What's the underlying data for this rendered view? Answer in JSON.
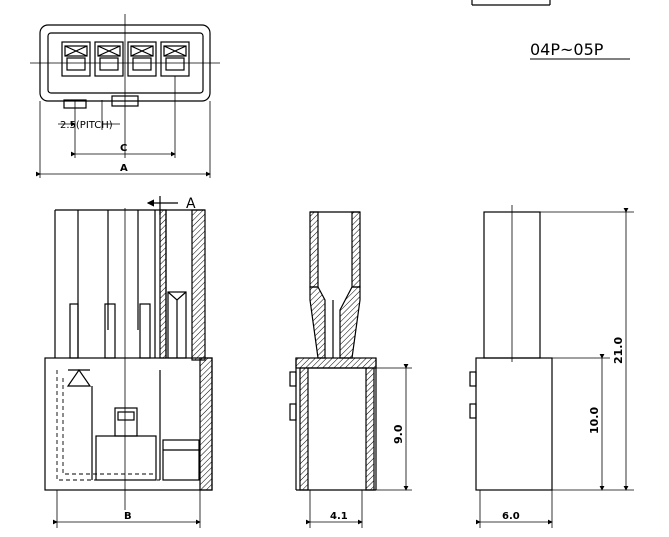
{
  "drawing": {
    "variant_label": "04P~05P",
    "section_marker": "A",
    "top_view": {
      "pitch_label": "2.5(PITCH)",
      "dim_c": "C",
      "dim_a": "A"
    },
    "front_view": {
      "dim_b": "B"
    },
    "side_view": {
      "dim_height": "9.0",
      "dim_width": "4.1"
    },
    "right_view": {
      "dim_total_height": "21.0",
      "dim_body_height": "10.0",
      "dim_width": "6.0"
    }
  },
  "colors": {
    "line": "#000000",
    "background": "#ffffff"
  }
}
